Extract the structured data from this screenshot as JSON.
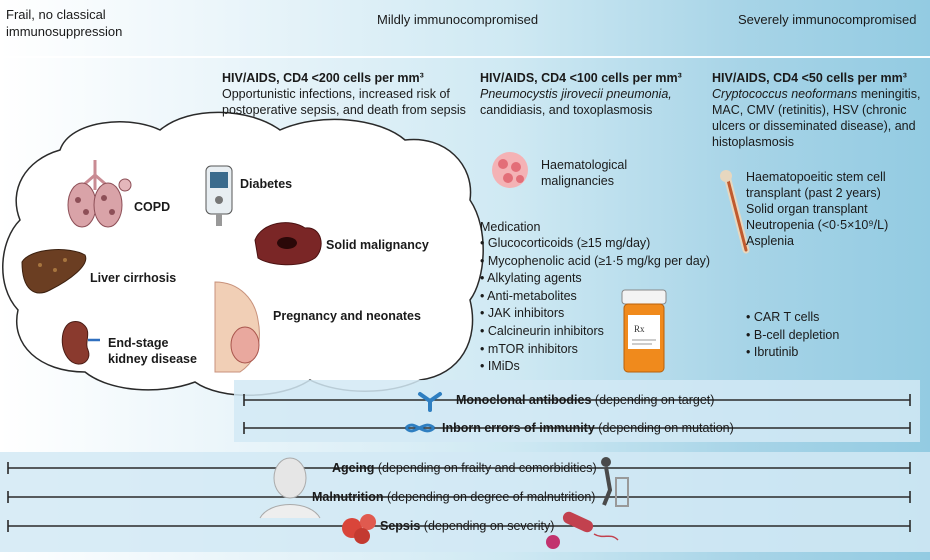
{
  "header": {
    "col1": "Frail, no classical immunosuppression",
    "col2": "Mildly immunocompromised",
    "col3": "Severely immunocompromised"
  },
  "hiv200": {
    "title": "HIV/AIDS, CD4 <200 cells per mm³",
    "body": "Opportunistic infections, increased risk of postoperative sepsis, and death from sepsis"
  },
  "hiv100": {
    "title": "HIV/AIDS, CD4 <100 cells per mm³",
    "body_italic": "Pneumocystis jirovecii pneumonia,",
    "body": "candidiasis, and toxoplasmosis"
  },
  "hiv50": {
    "title": "HIV/AIDS, CD4 <50 cells per mm³",
    "body_italic": "Cryptococcus neoformans",
    "body_rest": "meningitis, MAC, CMV (retinitis), HSV (chronic ulcers or disseminated disease), and histoplasmosis"
  },
  "cloud": {
    "copd": "COPD",
    "diabetes": "Diabetes",
    "solid": "Solid malignancy",
    "liver": "Liver cirrhosis",
    "pregnancy": "Pregnancy and neonates",
    "kidney": "End-stage kidney disease"
  },
  "haem": "Haematological malignancies",
  "medication": {
    "title": "Medication",
    "items": [
      "Glucocorticoids (≥15 mg/day)",
      "Mycophenolic acid (≥1·5 mg/kg per day)",
      "Alkylating agents",
      "Anti-metabolites",
      "JAK inhibitors",
      "Calcineurin inhibitors",
      "mTOR inhibitors",
      "IMiDs"
    ],
    "bottle_label": "Rx"
  },
  "severe": {
    "items": [
      "Haematopoeitic stem cell transplant (past 2 years)",
      "Solid organ transplant",
      "Neutropenia (<0·5×10⁹/L)",
      "Asplenia"
    ],
    "bullets": [
      "CAR T cells",
      "B-cell depletion",
      "Ibrutinib"
    ]
  },
  "bars": {
    "mab_bold": "Monoclonal antibodies",
    "mab_rest": "(depending on target)",
    "iei_bold": "Inborn errors of immunity",
    "iei_rest": "(depending on mutation)",
    "ageing_bold": "Ageing",
    "ageing_rest": "(depending on frailty and comorbidities)",
    "maln_bold": "Malnutrition",
    "maln_rest": "(depending on degree of malnutrition)",
    "sepsis_bold": "Sepsis",
    "sepsis_rest": "(depending on severity)"
  },
  "colors": {
    "band": "#d2e9f5",
    "line": "#2a2a2a",
    "antibody": "#2f7fc1",
    "pill_bottle": "#f08a1c",
    "tumour": "#8b2a2a",
    "liver": "#6b3e22",
    "kidney": "#8a3a2e"
  }
}
